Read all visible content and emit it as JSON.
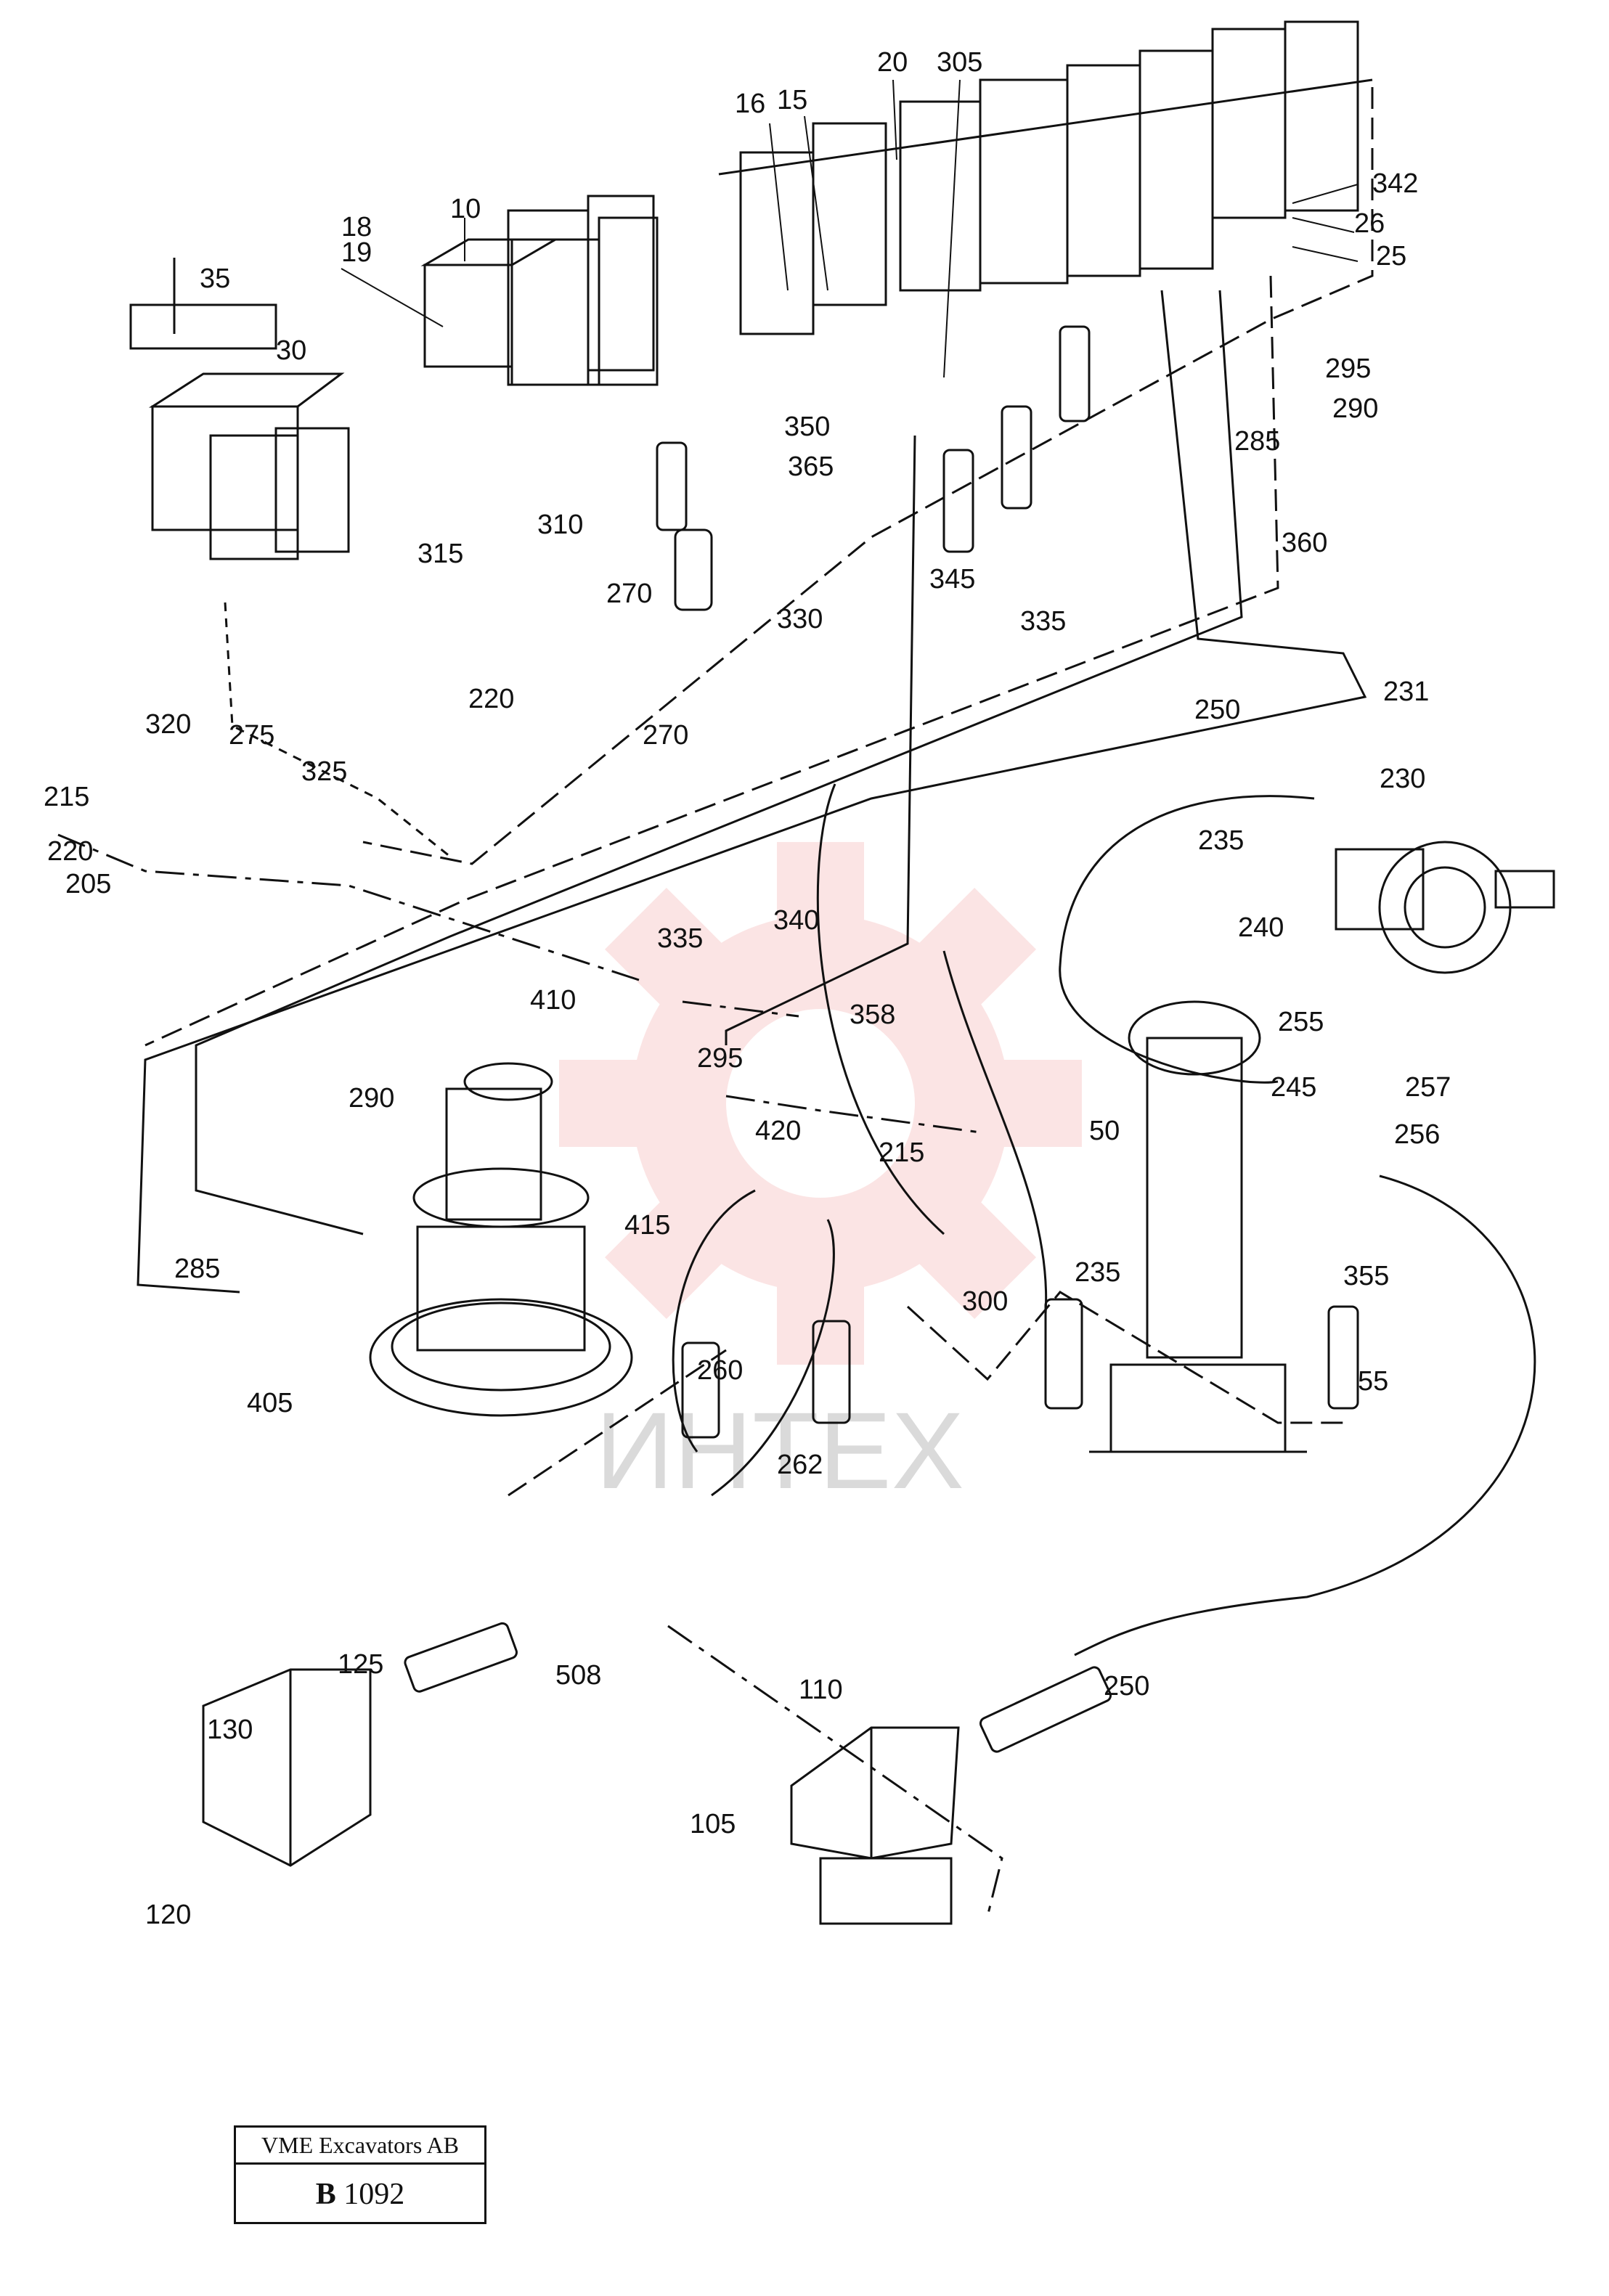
{
  "diagram": {
    "part_labels": [
      "10",
      "15",
      "16",
      "18",
      "19",
      "20",
      "25",
      "26",
      "30",
      "35",
      "50",
      "55",
      "105",
      "110",
      "120",
      "125",
      "130",
      "205",
      "215",
      "215",
      "220",
      "220",
      "230",
      "231",
      "235",
      "235",
      "240",
      "245",
      "250",
      "250",
      "255",
      "256",
      "257",
      "260",
      "262",
      "270",
      "270",
      "275",
      "285",
      "285",
      "290",
      "290",
      "295",
      "295",
      "300",
      "305",
      "310",
      "315",
      "320",
      "325",
      "330",
      "335",
      "335",
      "340",
      "342",
      "345",
      "350",
      "355",
      "358",
      "360",
      "365",
      "405",
      "410",
      "415",
      "420",
      "508"
    ]
  },
  "watermark": {
    "text": "ИНТЕХ",
    "color": "#e53935"
  },
  "title_block": {
    "company": "VME Excavators AB",
    "drawing_prefix": "B",
    "drawing_number": "1092"
  }
}
